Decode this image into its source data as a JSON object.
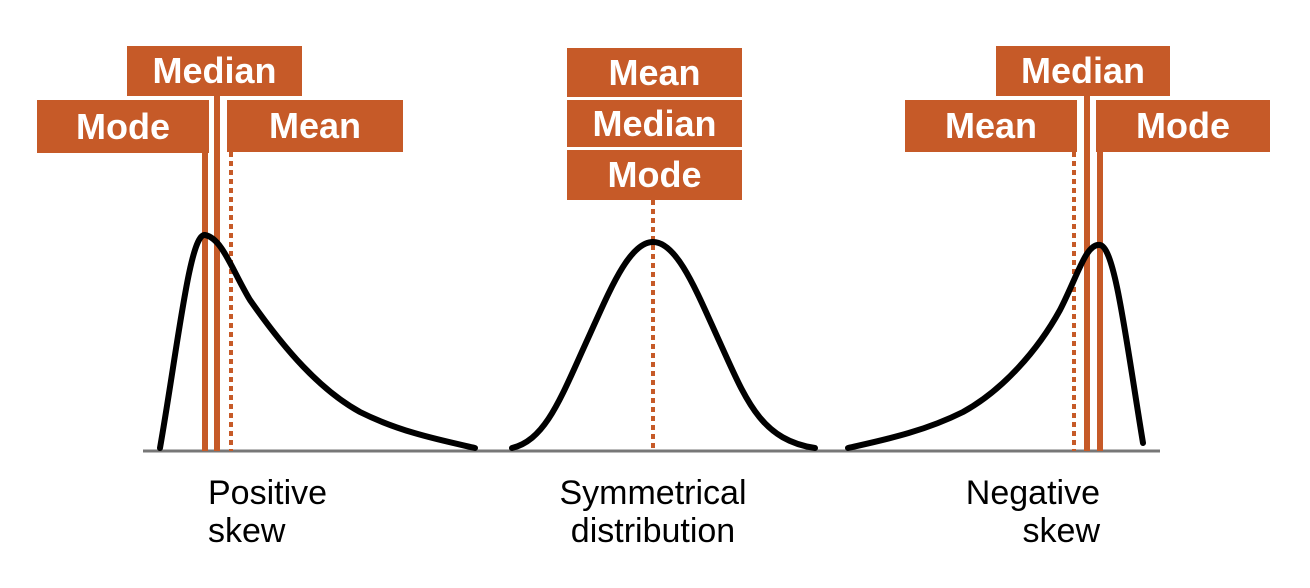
{
  "colors": {
    "accent": "#C65A28",
    "curve": "#000000",
    "baseline": "#777777",
    "label_text": "#FFFFFF"
  },
  "panels": {
    "positive": {
      "median_label": "Median",
      "mode_label": "Mode",
      "mean_label": "Mean",
      "caption_line1": "Positive",
      "caption_line2": "skew"
    },
    "symmetrical": {
      "mean_label": "Mean",
      "median_label": "Median",
      "mode_label": "Mode",
      "caption_line1": "Symmetrical",
      "caption_line2": "distribution"
    },
    "negative": {
      "median_label": "Median",
      "mean_label": "Mean",
      "mode_label": "Mode",
      "caption_line1": "Negative",
      "caption_line2": "skew"
    }
  }
}
